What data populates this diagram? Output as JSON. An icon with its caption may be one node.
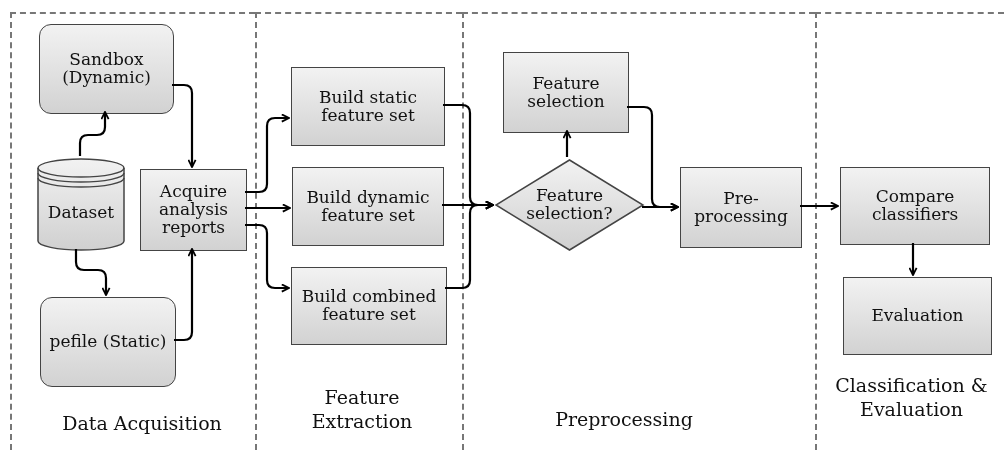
{
  "diagram": {
    "nodes": [
      {
        "text": [
          "Data Acquisition"
        ]
      },
      {
        "text": [
          "Feature Extraction"
        ]
      },
      {
        "text": [
          "Preprocessing"
        ]
      },
      {
        "text": [
          "Classification & Evaluation"
        ]
      },
      {
        "text": [
          "Sandbox (Dynamic)"
        ],
        "in": 0
      },
      {
        "text": [
          "Dataset"
        ],
        "in": 0
      },
      {
        "text": [
          "pefile (Static)"
        ],
        "in": 0
      },
      {
        "text": [
          "Acquire analysis reports"
        ],
        "in": 0
      },
      {
        "text": [
          "Build static feature set"
        ],
        "in": 1
      },
      {
        "text": [
          "Build dynamic feature set"
        ],
        "in": 1
      },
      {
        "text": [
          "Build combined feature set"
        ],
        "in": 1
      },
      {
        "text": [
          "Feature selection"
        ],
        "in": 2
      },
      {
        "text": [
          "Feature selection?"
        ],
        "in": 2
      },
      {
        "text": [
          "Pre-processing"
        ],
        "in": 2
      },
      {
        "text": [
          "Compare classifiers"
        ],
        "in": 3
      },
      {
        "text": [
          "Evaluation"
        ],
        "in": 3
      }
    ],
    "edges": [
      {
        "from": 5,
        "to": 4,
        "arrow": "to"
      },
      {
        "from": 5,
        "to": 6,
        "arrow": "to"
      },
      {
        "from": 4,
        "to": 7,
        "arrow": "to"
      },
      {
        "from": 6,
        "to": 7,
        "arrow": "to"
      },
      {
        "from": 7,
        "to": 8,
        "arrow": "to"
      },
      {
        "from": 7,
        "to": 9,
        "arrow": "to"
      },
      {
        "from": 7,
        "to": 10,
        "arrow": "to"
      },
      {
        "from": 8,
        "to": 12,
        "arrow": "to"
      },
      {
        "from": 9,
        "to": 12,
        "arrow": "to"
      },
      {
        "from": 10,
        "to": 12,
        "arrow": "to"
      },
      {
        "from": 12,
        "to": 11,
        "arrow": "to"
      },
      {
        "from": 11,
        "to": 13,
        "arrow": "to"
      },
      {
        "from": 12,
        "to": 13,
        "arrow": "to"
      },
      {
        "from": 13,
        "to": 14,
        "arrow": "to"
      },
      {
        "from": 14,
        "to": 15,
        "arrow": "to"
      }
    ]
  }
}
